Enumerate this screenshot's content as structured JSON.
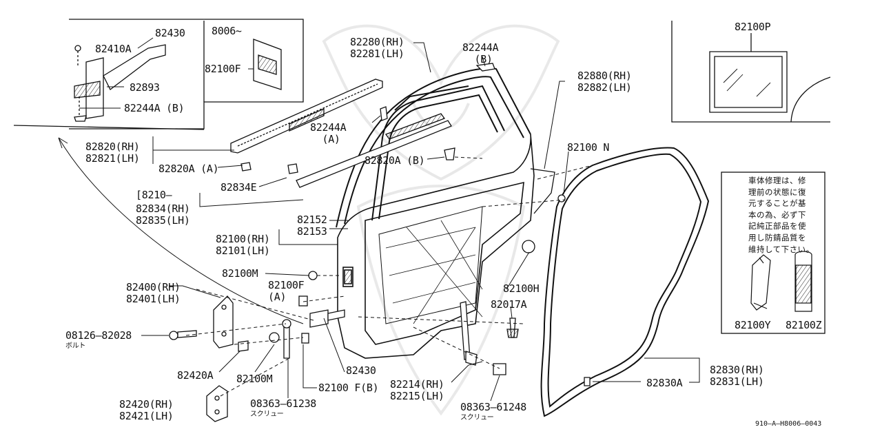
{
  "diagram_id": "910—A—H8006—0043",
  "inset_left": {
    "code": "8006~",
    "parts": [
      "82430",
      "82410A",
      "82893",
      "82244A (B)",
      "82100F"
    ]
  },
  "inset_right": {
    "code": "82100P"
  },
  "note_text": "車体修理は、修\n理前の状態に復\n元することが基\n本の為、必ず下\n記純正部品を使\n用し防錆品質を\n維持して下さい。",
  "note_parts": [
    "82100Y",
    "82100Z"
  ],
  "labels": {
    "frame": "82280(RH)\n82281(LH)",
    "clip_top_b": "82244A\n  (B)",
    "clip_a": "82244A\n  (A)",
    "outer_strip": "82820(RH)\n82821(LH)",
    "strip_clip_a": "82820A (A)",
    "strip_clip_b": "82820A (B)",
    "inner_strip_ref": "[8210—",
    "inner_strip": "82834(RH)\n82835(LH)",
    "inner_clip": "82834E",
    "seal_screen": "82880(RH)\n82882(LH)",
    "plug_n": "82100 N",
    "sash": "82152\n82153",
    "door_panel": "82100(RH)\n82101(LH)",
    "plug_m_top": "82100M",
    "plug_f_a": "82100F\n(A)",
    "hinge_upper": "82400(RH)\n82401(LH)",
    "bolt": "08126—82028",
    "bolt_jp": "ボルト",
    "hinge_bolt": "82420A",
    "plug_m_bottom": "82100M",
    "checker": "82430",
    "plug_f_b": "82100 F(B)",
    "plug_h": "82100H",
    "bolt_a": "82017A",
    "hinge_lower": "82420(RH)\n82421(LH)",
    "screw1": "08363—61238",
    "screw1_jp": "スクリュー",
    "channel": "82214(RH)\n82215(LH)",
    "screw2": "08363—61248",
    "screw2_jp": "スクリュー",
    "weatherstrip": "82830(RH)\n82831(LH)",
    "ws_clip": "82830A"
  }
}
